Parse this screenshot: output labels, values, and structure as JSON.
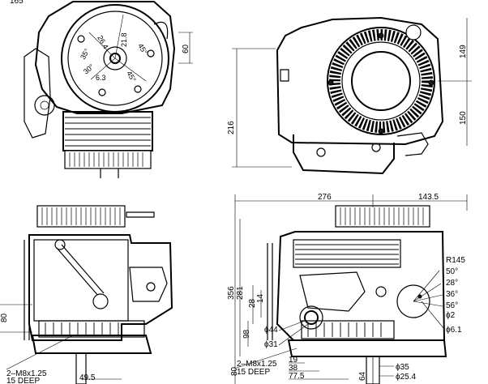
{
  "drawing": {
    "views": [
      "top-left-view",
      "top-right-view",
      "bottom-left-view",
      "bottom-right-view"
    ],
    "dimensions": {
      "tl_165": "165",
      "tl_264": "26.4",
      "tl_218": "21.8",
      "tl_60": "60",
      "tl_45a": "45°",
      "tl_35": "35°",
      "tl_30": "30°",
      "tl_63": "6.3",
      "tl_45b": "45°",
      "tr_216": "216",
      "tr_149": "149",
      "tr_150": "150",
      "br_276": "276",
      "br_1435": "143.5",
      "br_r145": "R145",
      "br_50": "50°",
      "br_28": "28°",
      "br_36": "36°",
      "br_56": "56°",
      "br_phi2": "ϕ2",
      "br_phi61": "ϕ6.1",
      "br_356": "356",
      "br_281": "281",
      "br_28v": "28",
      "br_14": "14",
      "br_98": "98",
      "br_phi44": "ϕ44",
      "br_phi31": "ϕ31",
      "br_m8": "2–M8x1.25",
      "br_15deep": "15 DEEP",
      "br_19": "19",
      "br_38": "38",
      "br_775": "77.5",
      "br_80": "80",
      "br_64": "64",
      "br_phi35": "ϕ35",
      "br_phi254": "ϕ25.4",
      "bl_80": "80",
      "bl_m8": "2–M8x1.25",
      "bl_15deep": "15 DEEP",
      "bl_495": "49.5"
    }
  }
}
